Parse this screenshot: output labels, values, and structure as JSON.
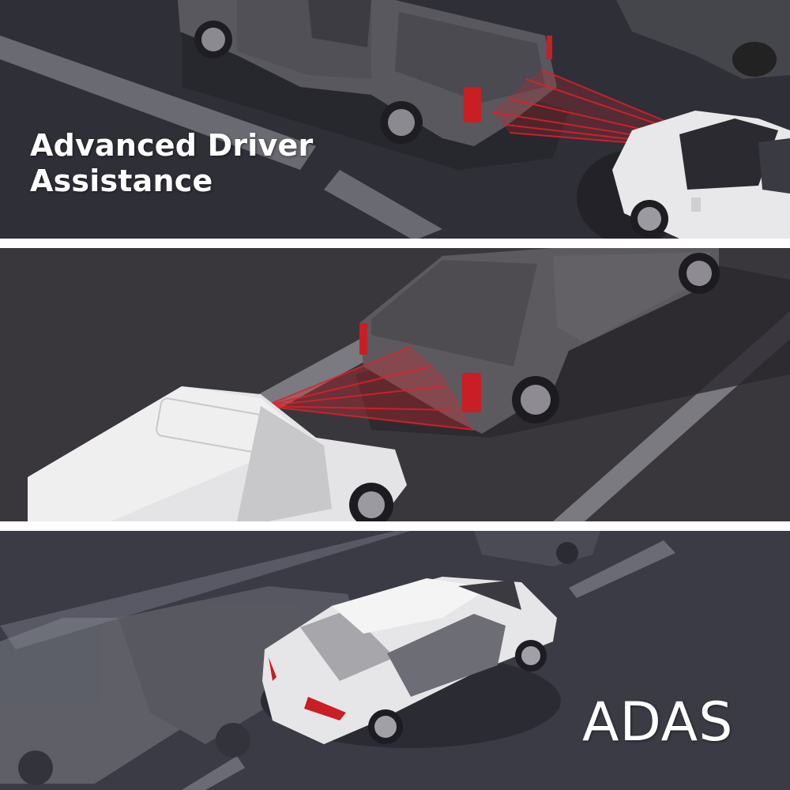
{
  "captions": {
    "top_line1": "Advanced Driver",
    "top_line2": "Assistance",
    "bottom": "ADAS"
  },
  "panels": [
    {
      "name": "forward-collision-warning",
      "scene": "white sedan approaching rear of dark pickup truck with red sensor beams"
    },
    {
      "name": "rear-collision-warning",
      "scene": "white SUV close behind dark pickup truck with red sensor beams"
    },
    {
      "name": "lane-departure-warning",
      "scene": "white sedan changing lanes with ghosted motion trail"
    }
  ],
  "colors": {
    "road_dark": "#2f2f38",
    "road_panel2": "#3a373c",
    "road_panel3": "#3a3b45",
    "lane_marking": "#6c6c74",
    "truck": "#5a5a5f",
    "car_white": "#e6e6e8",
    "beam_red": "#e0202a",
    "taillight_red": "#c81e24",
    "divider": "#ffffff",
    "text": "#ffffff"
  }
}
